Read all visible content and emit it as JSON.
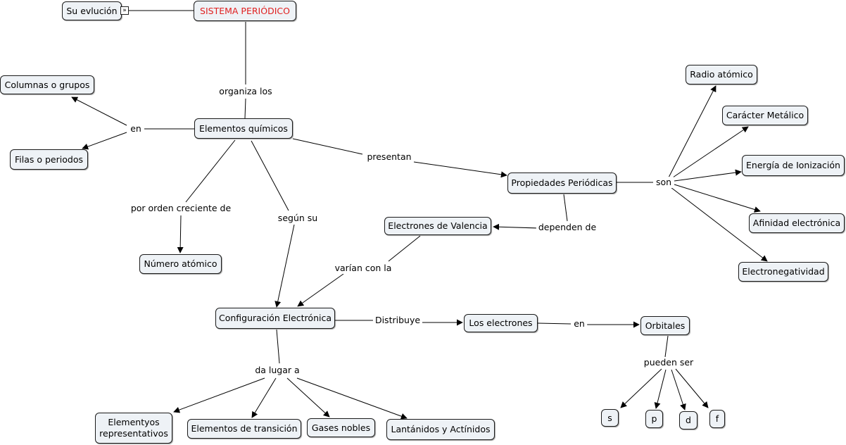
{
  "nodes": {
    "root": "SISTEMA PERIÓDICO",
    "evolucion": "Su evlución",
    "elementos": "Elementos químicos",
    "columnas": "Columnas o grupos",
    "filas": "Filas o periodos",
    "numero": "Número atómico",
    "configuracion": "Configuración Electrónica",
    "propiedades": "Propiedades Periódicas",
    "valencia": "Electrones de Valencia",
    "electrones": "Los electrones",
    "orbitales": "Orbitales",
    "radio": "Radio atómico",
    "metalico": "Carácter Metálico",
    "ionizacion": "Energía de Ionización",
    "afinidad": "Afinidad electrónica",
    "electroneg": "Electronegatividad",
    "representativos": "Elementyos representativos",
    "transicion": "Elementos de transición",
    "gases": "Gases nobles",
    "lantanidos": "Lantánidos y Actínidos",
    "s": "s",
    "p": "p",
    "d": "d",
    "f": "f"
  },
  "links": {
    "organiza": "organiza los",
    "en1": "en",
    "orden": "por orden creciente de",
    "segun": "según su",
    "presentan": "presentan",
    "son": "son",
    "dependen": "dependen de",
    "varian": "varían con la",
    "distribuye": "Distribuye",
    "en2": "en",
    "dalugar": "da lugar a",
    "pueden": "pueden ser"
  },
  "resource_icon": "»"
}
